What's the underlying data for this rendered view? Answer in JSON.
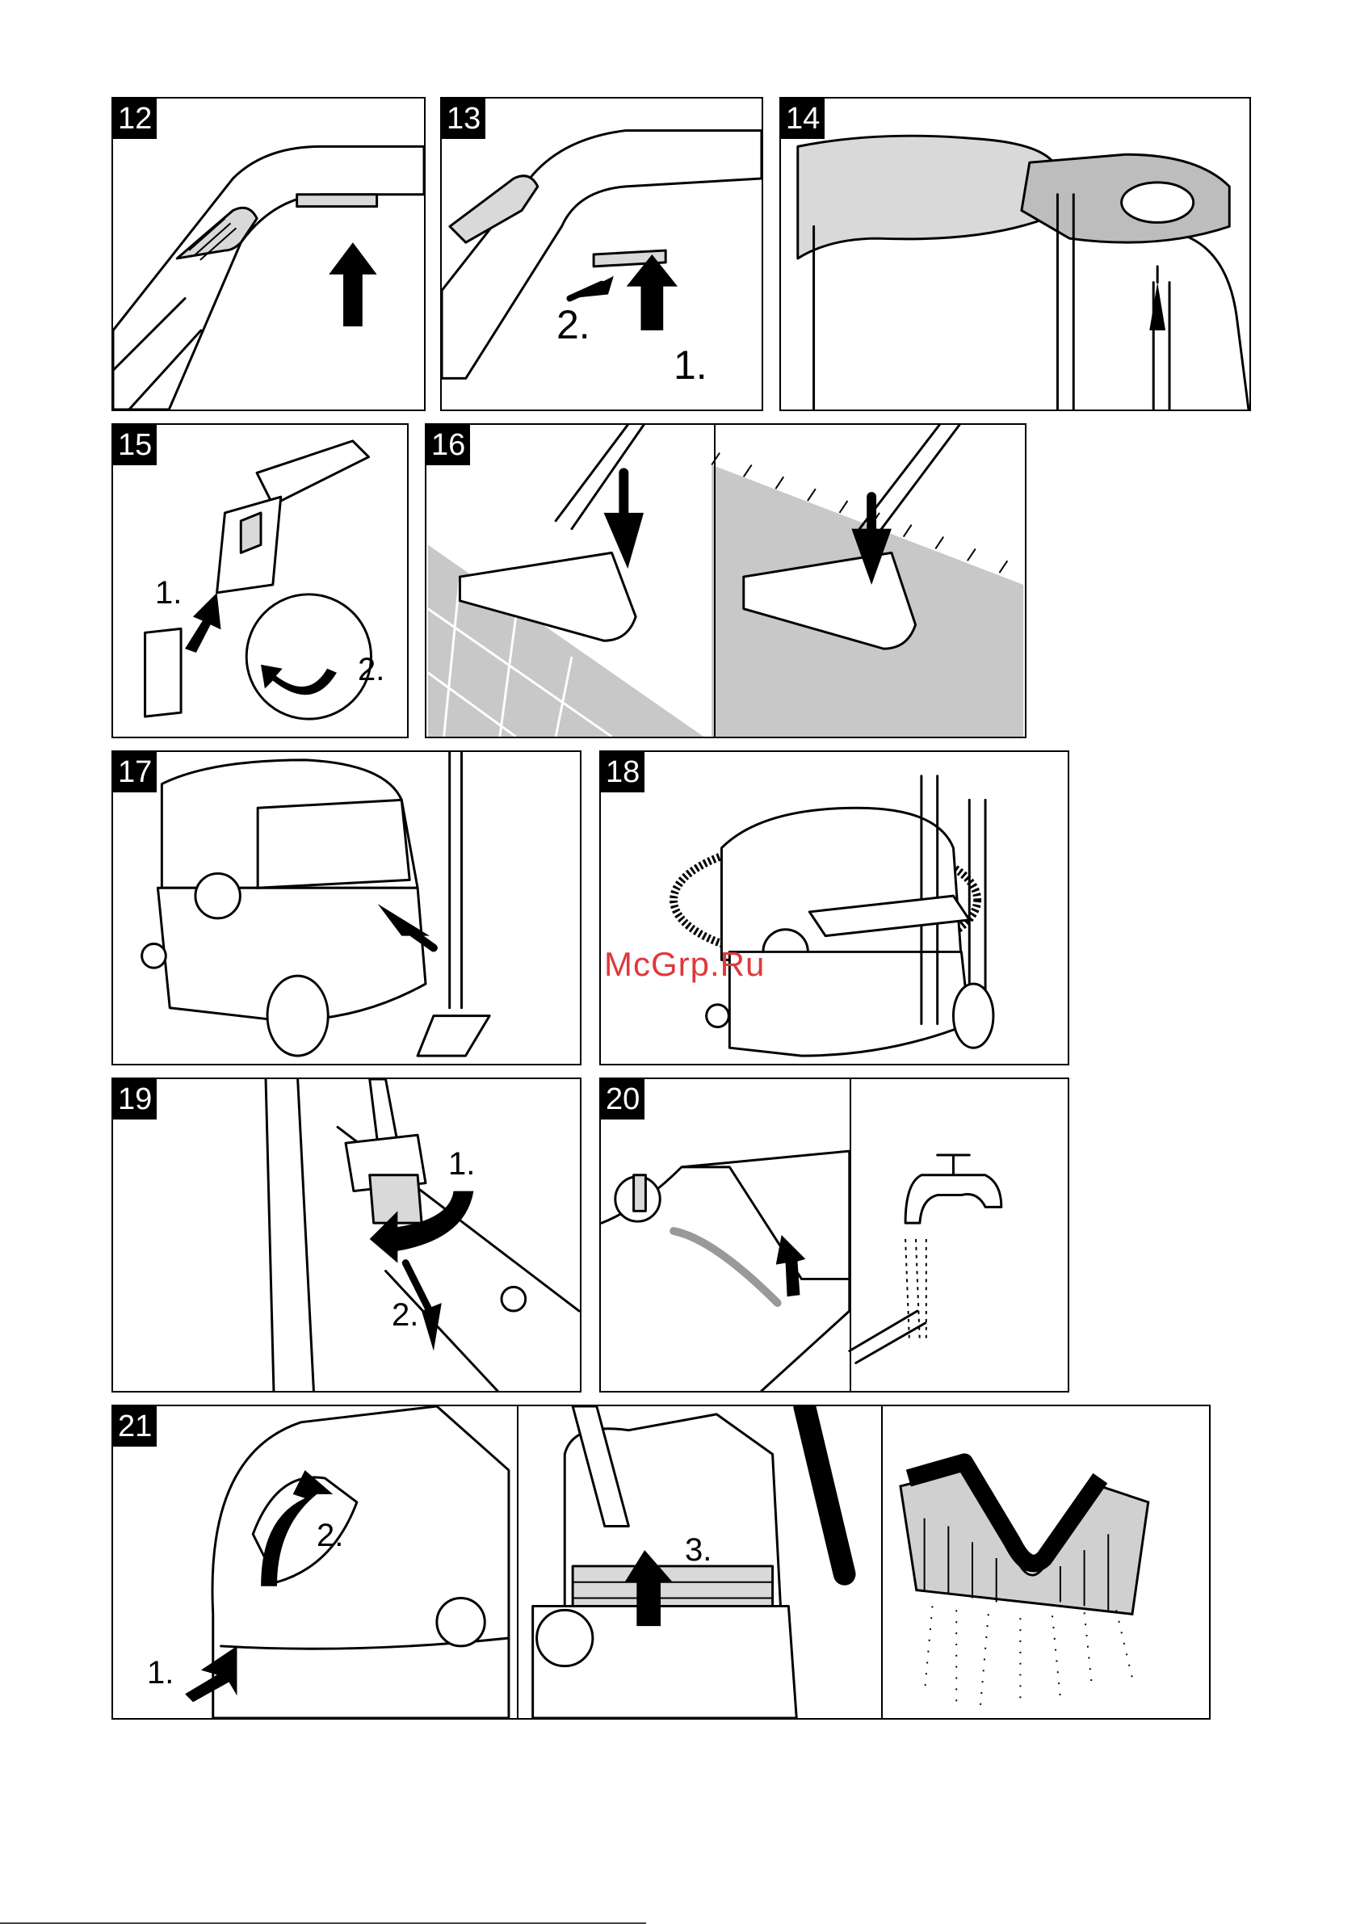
{
  "watermark": "McGrp.Ru",
  "panels": [
    {
      "id": "12",
      "number": "12",
      "labels": []
    },
    {
      "id": "13",
      "number": "13",
      "labels": [
        "2.",
        "1."
      ]
    },
    {
      "id": "14",
      "number": "14",
      "labels": []
    },
    {
      "id": "15",
      "number": "15",
      "labels": [
        "1.",
        "2."
      ]
    },
    {
      "id": "16",
      "number": "16",
      "labels": []
    },
    {
      "id": "17",
      "number": "17",
      "labels": []
    },
    {
      "id": "18",
      "number": "18",
      "labels": []
    },
    {
      "id": "19",
      "number": "19",
      "labels": [
        "1.",
        "2."
      ]
    },
    {
      "id": "20",
      "number": "20",
      "labels": []
    },
    {
      "id": "21",
      "number": "21",
      "labels": [
        "2.",
        "1.",
        "3."
      ]
    }
  ],
  "colors": {
    "ink": "#000000",
    "watermark": "#e0383b",
    "shade": "#d9d9d9",
    "floor": "#c8c8c8"
  }
}
